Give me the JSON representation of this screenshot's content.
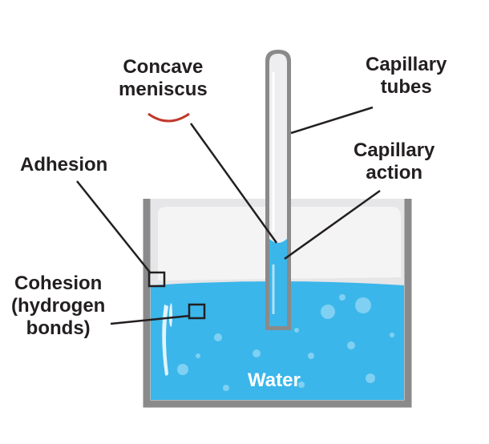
{
  "labels": {
    "concave_meniscus": [
      "Concave",
      "meniscus"
    ],
    "capillary_tubes": [
      "Capillary",
      "tubes"
    ],
    "capillary_action": [
      "Capillary",
      "action"
    ],
    "adhesion": "Adhesion",
    "cohesion": [
      "Cohesion",
      "(hydrogen",
      "bonds)"
    ],
    "water": "Water"
  },
  "colors": {
    "water": "#3bb6ea",
    "glass": "#e6e6e8",
    "container_border": "#8a8a8a",
    "meniscus_mark": "#c0392b",
    "text": "#231f20",
    "leader_line": "#231f20"
  }
}
